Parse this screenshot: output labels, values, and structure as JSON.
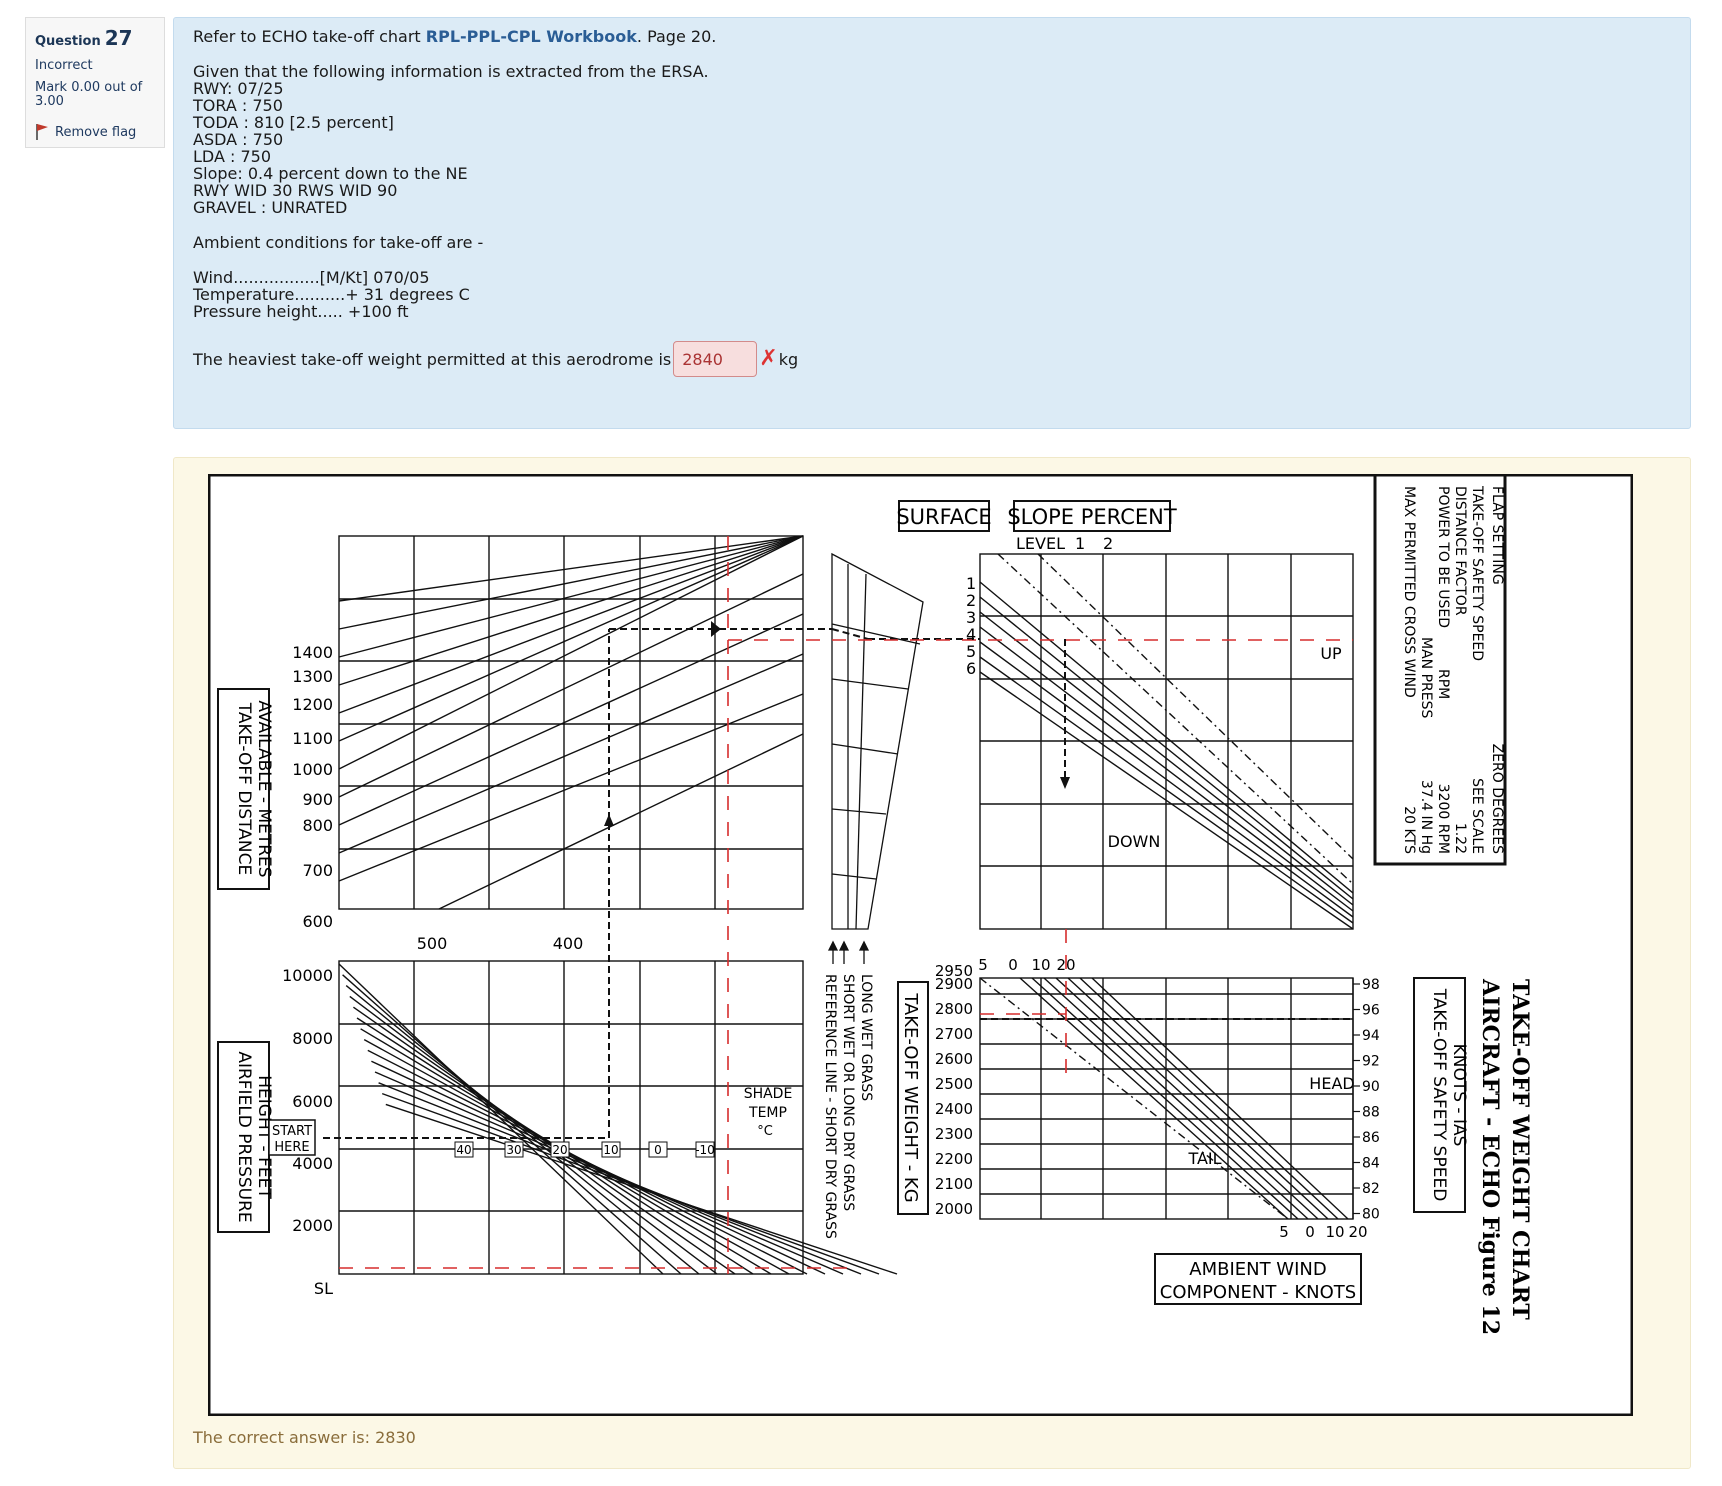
{
  "question": {
    "label": "Question",
    "number": "27",
    "status": "Incorrect",
    "mark": "Mark 0.00 out of 3.00",
    "flag_label": "Remove flag"
  },
  "text": {
    "intro_prefix": "Refer to ECHO take-off chart",
    "intro_link": "RPL-PPL-CPL Workbook",
    "intro_suffix": ". Page 20.",
    "given": "Given that the following information is extracted from the ERSA.",
    "ersa": [
      "RWY: 07/25",
      "TORA : 750",
      "TODA : 810 [2.5 percent]",
      "ASDA : 750",
      "LDA : 750",
      "Slope: 0.4 percent down to the NE",
      "RWY WID 30 RWS WID 90",
      "GRAVEL : UNRATED"
    ],
    "ambient_heading": "Ambient conditions for take-off are -",
    "ambient": [
      "Wind.................[M/Kt] 070/05",
      "Temperature..........+ 31 degrees C",
      "Pressure height..... +100 ft"
    ],
    "question_prefix": "The heaviest take-off weight permitted at this aerodrome is",
    "answer_value": "2840",
    "answer_unit": "kg",
    "wrong_icon": "cross-icon"
  },
  "feedback": {
    "correct_answer": "The correct answer is: 2830"
  },
  "figure": {
    "title_line1": "TAKE-OFF WEIGHT CHART",
    "title_line2": "AIRCRAFT - ECHO  Figure 12",
    "surface_label": "SURFACE",
    "slope_label": "SLOPE PERCENT",
    "level_label": "LEVEL",
    "slope_cols": [
      "1",
      "2"
    ],
    "slope_rows": [
      "1",
      "2",
      "3",
      "4",
      "5",
      "6"
    ],
    "up_label": "UP",
    "down_label": "DOWN",
    "head_label": "HEAD",
    "tail_label": "TAIL",
    "start_here": [
      "START",
      "HERE"
    ],
    "shade_temp": [
      "SHADE",
      "TEMP",
      "°C"
    ],
    "temp_labels": [
      "40",
      "30",
      "20",
      "10",
      "0",
      "-10"
    ],
    "tod_axis_label": [
      "TAKE-OFF DISTANCE",
      "AVAILABLE - METRES"
    ],
    "tod_ticks": [
      "1400",
      "1300",
      "1200",
      "1100",
      "1000",
      "900",
      "800",
      "700",
      "600"
    ],
    "density_labels": [
      "500",
      "400"
    ],
    "pressure_axis_label": [
      "AIRFIELD PRESSURE",
      "HEIGHT - FEET"
    ],
    "pressure_ticks": [
      "10000",
      "8000",
      "6000",
      "4000",
      "2000",
      "SL"
    ],
    "surface_legend": [
      "LONG WET GRASS",
      "SHORT WET OR LONG DRY GRASS",
      "REFERENCE LINE - SHORT DRY GRASS"
    ],
    "tow_axis_label": "TAKE-OFF WEIGHT - KG",
    "tow_ticks": [
      "2950",
      "2900",
      "2800",
      "2700",
      "2600",
      "2500",
      "2400",
      "2300",
      "2200",
      "2100",
      "2000"
    ],
    "wind_top_ticks": [
      "5",
      "0",
      "10",
      "20"
    ],
    "wind_bottom_ticks": [
      "5",
      "0",
      "10",
      "20"
    ],
    "wind_axis_label": [
      "AMBIENT WIND",
      "COMPONENT - KNOTS"
    ],
    "tosspeed_ticks": [
      "98",
      "96",
      "94",
      "92",
      "90",
      "88",
      "86",
      "84",
      "82",
      "80"
    ],
    "tosspeed_axis_label": [
      "TAKE-OFF SAFETY SPEED",
      "KNOTS - IAS"
    ],
    "specs_left": [
      "FLAP SETTING",
      "TAKE-OFF SAFETY SPEED",
      "DISTANCE FACTOR",
      "POWER TO BE USED",
      "RPM",
      "MAN PRESS",
      "MAX PERMITTED CROSS WIND"
    ],
    "specs_right": [
      "ZERO DEGREES",
      "SEE SCALE",
      "1.22",
      "3200 RPM",
      "37.4 IN Hg",
      "20 KTS"
    ]
  }
}
